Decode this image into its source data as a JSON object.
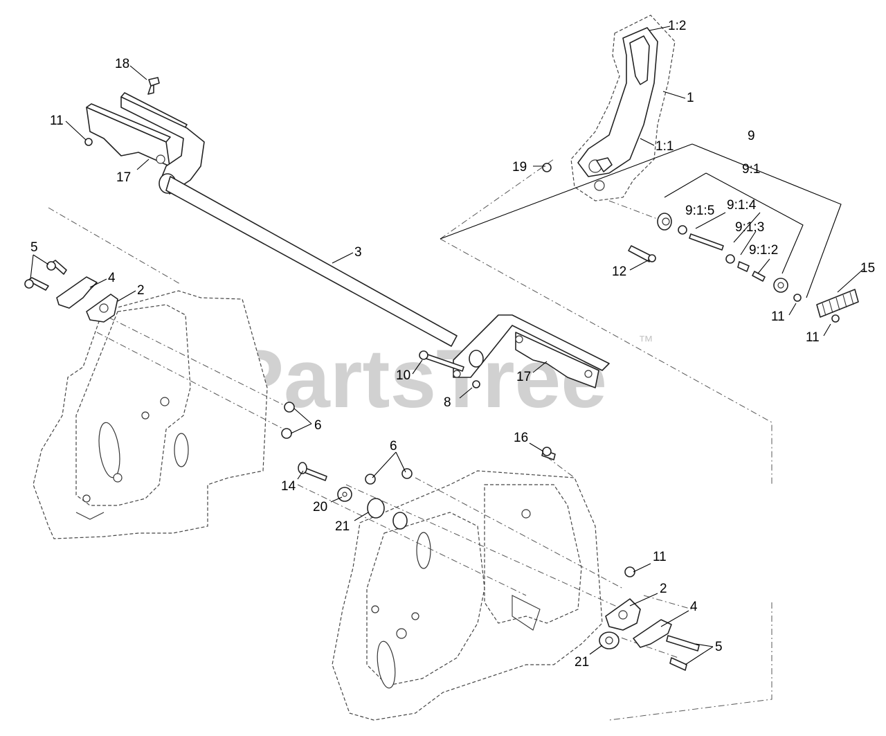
{
  "watermark": {
    "text": "PartsTree",
    "trademark": "™"
  },
  "callouts": {
    "c1_2": "1:2",
    "c1": "1",
    "c1_1": "1:1",
    "c9": "9",
    "c9_1": "9:1",
    "c9_1_5": "9:1:5",
    "c9_1_4": "9:1:4",
    "c9_1_3": "9:1:3",
    "c9_1_2": "9:1:2",
    "c19": "19",
    "c12": "12",
    "c15": "15",
    "c11_spring_a": "11",
    "c11_spring_b": "11",
    "c18": "18",
    "c11_topleft": "11",
    "c17_left": "17",
    "c3": "3",
    "c5_left": "5",
    "c4_left": "4",
    "c2_left": "2",
    "c10": "10",
    "c8": "8",
    "c17_right": "17",
    "c6_left": "6",
    "c16": "16",
    "c6_mid": "6",
    "c14": "14",
    "c20": "20",
    "c21_mid": "21",
    "c11_lower": "11",
    "c2_right": "2",
    "c4_right": "4",
    "c5_right": "5",
    "c21_lower": "21"
  }
}
